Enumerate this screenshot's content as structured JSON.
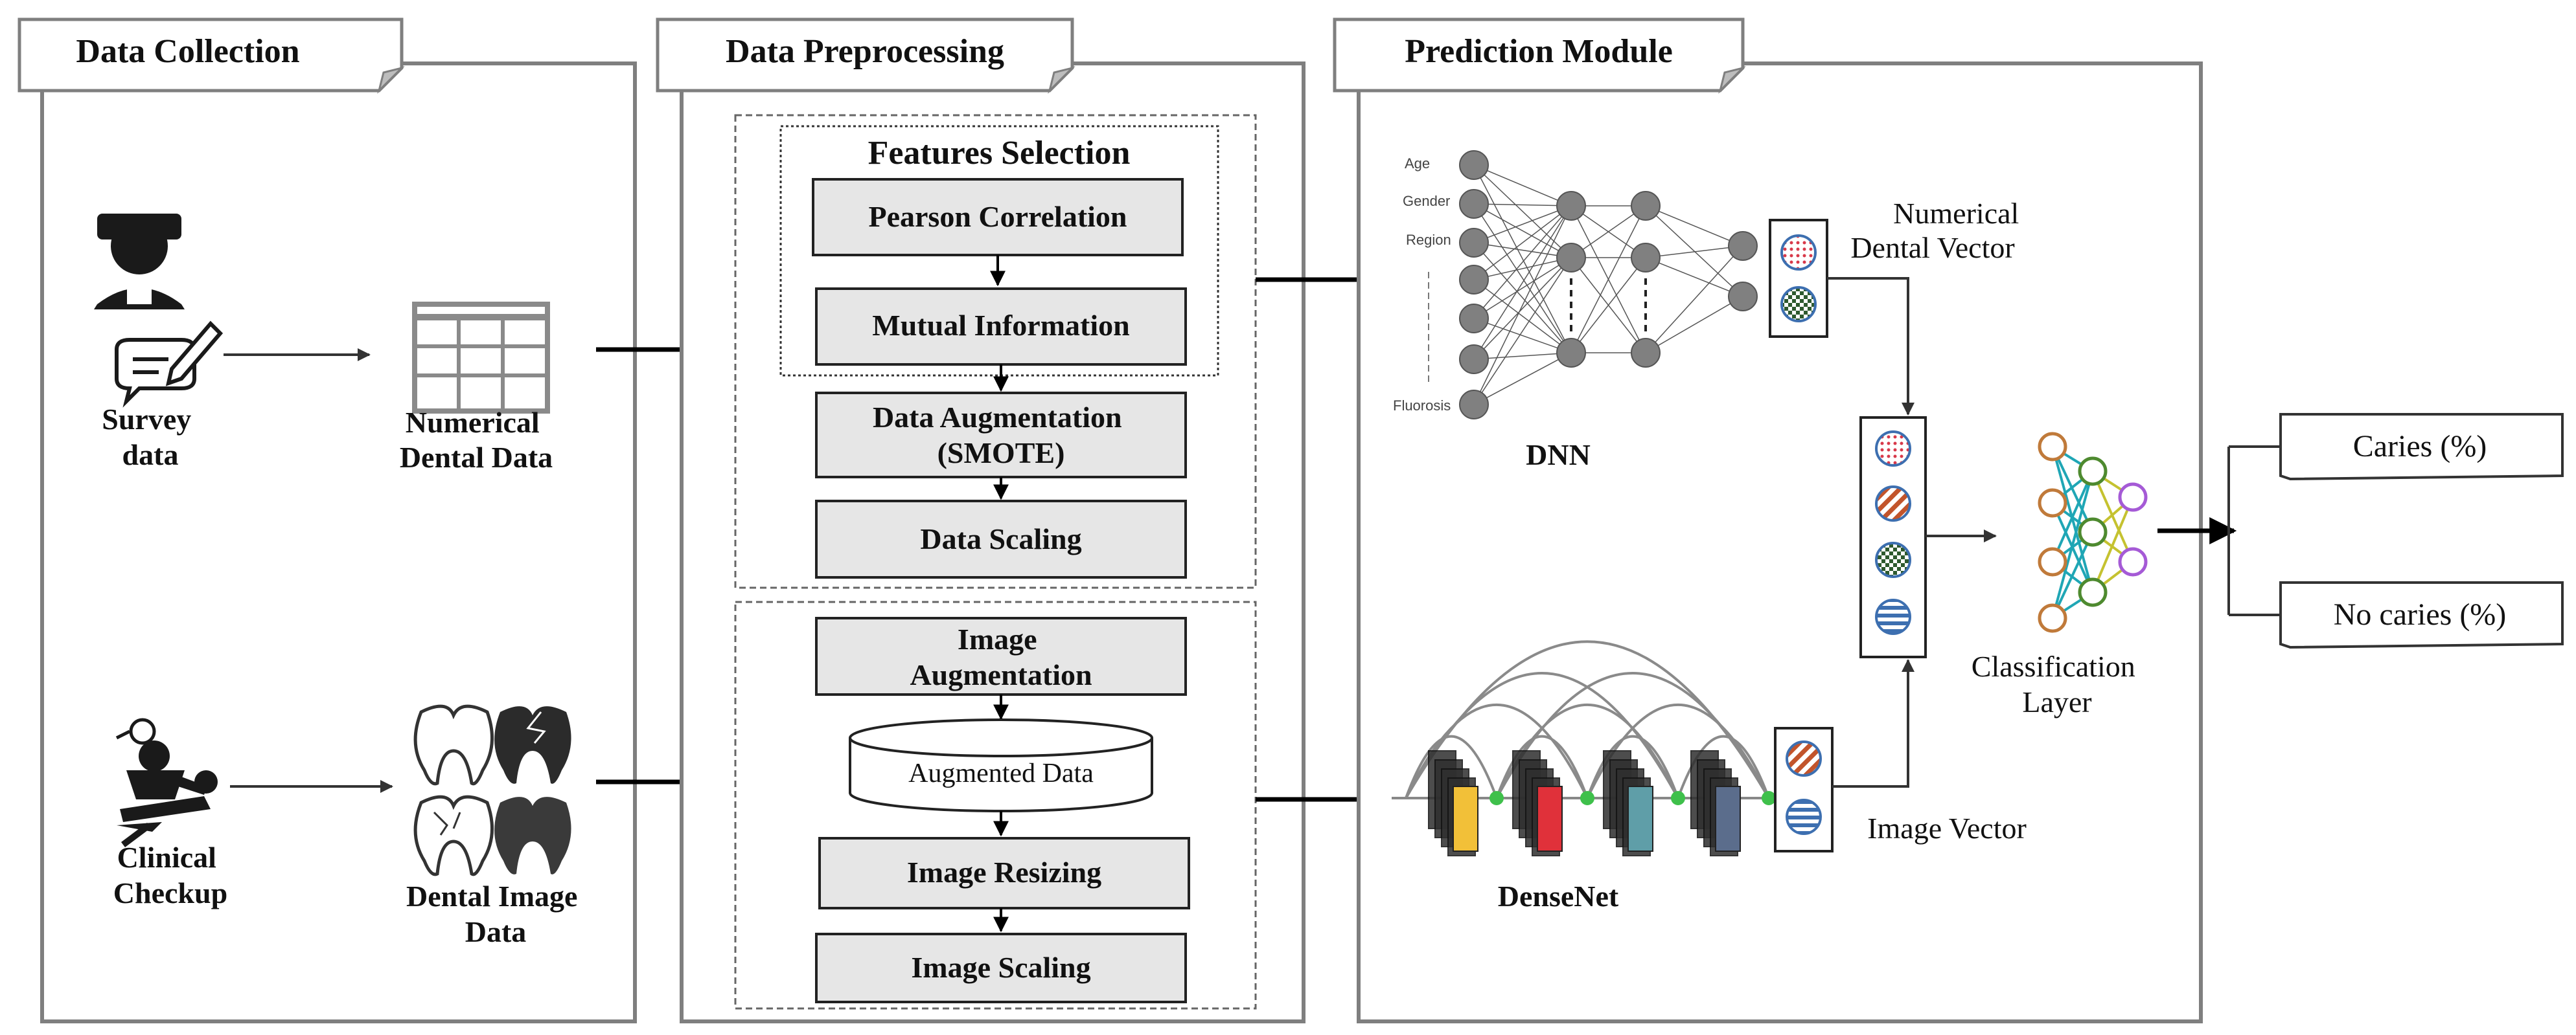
{
  "panels": {
    "collection": {
      "title": "Data Collection"
    },
    "preprocessing": {
      "title": "Data Preprocessing"
    },
    "prediction": {
      "title": "Prediction Module"
    }
  },
  "collection": {
    "survey_label": [
      "Survey",
      "data"
    ],
    "numerical_label": [
      "Numerical",
      "Dental Data"
    ],
    "clinical_label": [
      "Clinical",
      "Checkup"
    ],
    "image_data_label": [
      "Dental Image",
      "Data"
    ]
  },
  "preprocessing": {
    "features_title": "Features Selection",
    "pearson": "Pearson Correlation",
    "mutual": "Mutual Information",
    "augmentation": [
      "Data Augmentation",
      "(SMOTE)"
    ],
    "scaling": "Data Scaling",
    "image_augmentation": [
      "Image",
      "Augmentation"
    ],
    "augmented_data": "Augmented Data",
    "resizing": "Image Resizing",
    "image_scaling": "Image Scaling"
  },
  "prediction": {
    "dnn_inputs": [
      "Age",
      "Gender",
      "Region",
      "Fluorosis"
    ],
    "dnn_label": "DNN",
    "numerical_vector": [
      "Numerical",
      "Dental Vector"
    ],
    "densenet_label": "DenseNet",
    "image_vector": "Image Vector",
    "classification": [
      "Classification",
      "Layer"
    ]
  },
  "outputs": {
    "caries": "Caries (%)",
    "no_caries": "No caries (%)"
  },
  "colors": {
    "panel_border": "#7f7f7f",
    "box_fill": "#e6e6e6",
    "node": "#808080",
    "densenet_blocks": [
      "#f2c038",
      "#e0313a",
      "#5f9ea8",
      "#5b6d8c"
    ]
  }
}
